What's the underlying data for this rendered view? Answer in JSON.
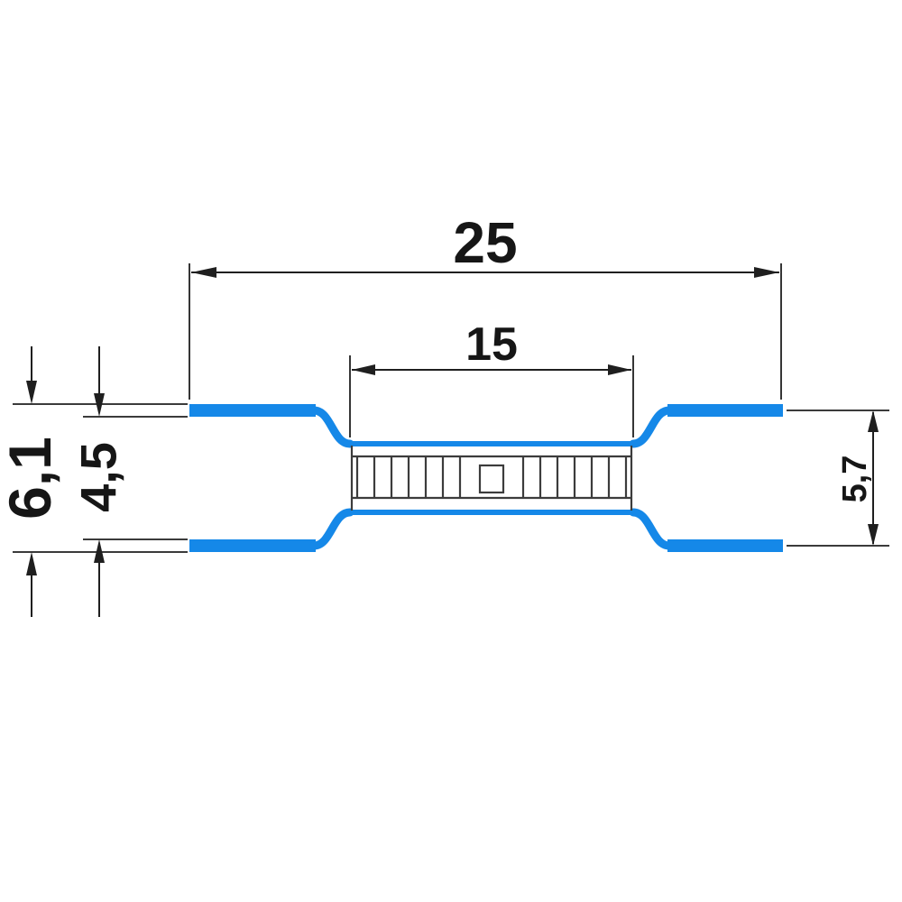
{
  "drawing": {
    "colors": {
      "accent": "#1588e8",
      "dim": "#1f1f1f",
      "detail": "#3c3c3c"
    },
    "labels": {
      "overall_length": "25",
      "barrel_length": "15",
      "left_outer_diameter": "6,1",
      "left_inner_diameter": "4,5",
      "right_diameter": "5,7"
    }
  }
}
